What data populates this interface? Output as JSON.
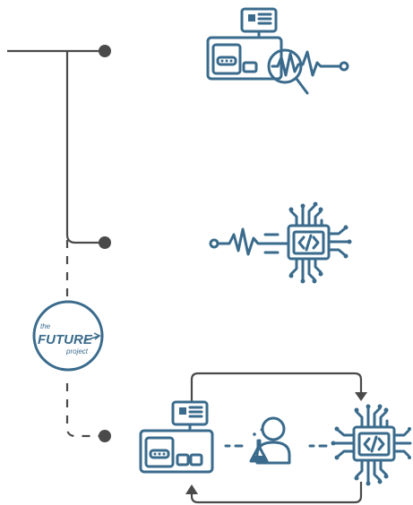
{
  "logo": {
    "line1": "the",
    "line2": "FUTURE",
    "line3": "project"
  },
  "colors": {
    "icon_blue": "#3a6b8c",
    "line_dark": "#4a4a4a"
  },
  "icons": [
    "lab-instrument-analysis-icon",
    "signal-to-processor-icon",
    "instrument-icon",
    "scientist-icon",
    "processor-chip-icon"
  ]
}
